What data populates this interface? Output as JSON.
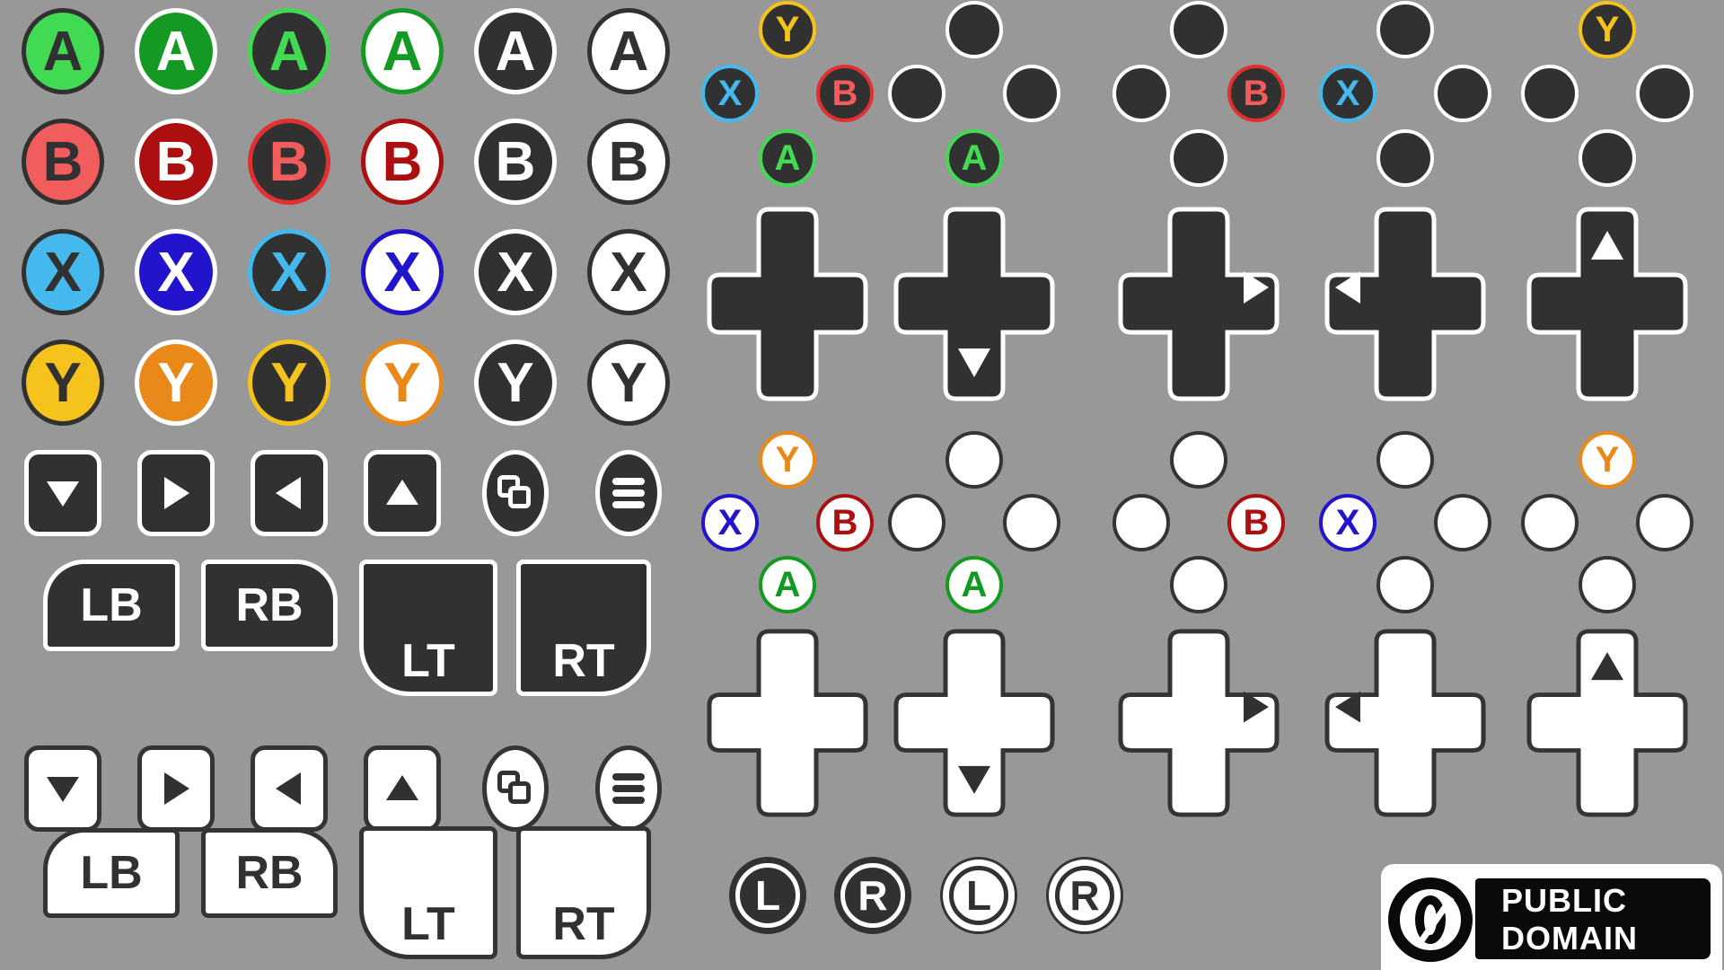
{
  "sheet_title": "controller-button-prompts-sprite-sheet",
  "palette": {
    "background": "#989898",
    "dark": "#313131",
    "white": "#ffffff",
    "light_outline": "#343434",
    "badge_black": "#0a0a0a"
  },
  "face_grid": {
    "rows": [
      {
        "letter": "A",
        "bright": "#42da52",
        "ring_bright": "#42da52",
        "deep": "#149a22"
      },
      {
        "letter": "B",
        "bright": "#f15c5c",
        "ring_bright": "#e23030",
        "deep": "#ab0f0f"
      },
      {
        "letter": "X",
        "bright": "#45b9ed",
        "ring_bright": "#45b9ed",
        "deep": "#2214cc"
      },
      {
        "letter": "Y",
        "bright": "#f5c31c",
        "ring_bright": "#f5c31c",
        "deep": "#e8891a"
      }
    ],
    "variants": [
      {
        "fill": "bright",
        "ring": "dark",
        "letter": "dark"
      },
      {
        "fill": "deep",
        "ring": "white",
        "letter": "white"
      },
      {
        "fill": "dark",
        "ring": "ring_bright",
        "letter": "bright"
      },
      {
        "fill": "white",
        "ring": "deep",
        "letter": "deep"
      },
      {
        "fill": "dark",
        "ring": "white",
        "letter": "white"
      },
      {
        "fill": "white",
        "ring": "dark",
        "letter": "dark"
      }
    ]
  },
  "arrow_rows": {
    "order": [
      "down",
      "right",
      "left",
      "up",
      "view",
      "menu"
    ],
    "themes": [
      "dark",
      "light"
    ]
  },
  "shoulder_rows": {
    "labels": [
      "LB",
      "RB",
      "LT",
      "RT"
    ],
    "themes": [
      "dark",
      "light"
    ]
  },
  "clusters": {
    "positions": {
      "top": "Y",
      "left": "X",
      "right": "B",
      "bottom": "A"
    },
    "variants": [
      "all",
      "A",
      "B",
      "X",
      "Y"
    ],
    "dark": {
      "plain_ring": "#ffffff",
      "colors": {
        "A": {
          "ring": "#42da52",
          "letter": "#42da52"
        },
        "B": {
          "ring": "#e23030",
          "letter": "#f15c5c"
        },
        "X": {
          "ring": "#45b9ed",
          "letter": "#45b9ed"
        },
        "Y": {
          "ring": "#f5c31c",
          "letter": "#f5c31c"
        }
      }
    },
    "light": {
      "plain_ring": "#343434",
      "colors": {
        "A": {
          "ring": "#149a22",
          "letter": "#149a22"
        },
        "B": {
          "ring": "#ab0f0f",
          "letter": "#ab0f0f"
        },
        "X": {
          "ring": "#2214cc",
          "letter": "#2214cc"
        },
        "Y": {
          "ring": "#e8891a",
          "letter": "#e8891a"
        }
      }
    }
  },
  "dpads": {
    "variants": [
      "none",
      "down",
      "right",
      "left",
      "up"
    ],
    "themes": [
      "dark",
      "light"
    ]
  },
  "thumb_buttons": [
    {
      "letter": "L",
      "theme": "dark"
    },
    {
      "letter": "R",
      "theme": "dark"
    },
    {
      "letter": "L",
      "theme": "light"
    },
    {
      "letter": "R",
      "theme": "light"
    }
  ],
  "badge": {
    "zero_symbol": "0",
    "line1": "PUBLIC",
    "line2": "DOMAIN"
  }
}
